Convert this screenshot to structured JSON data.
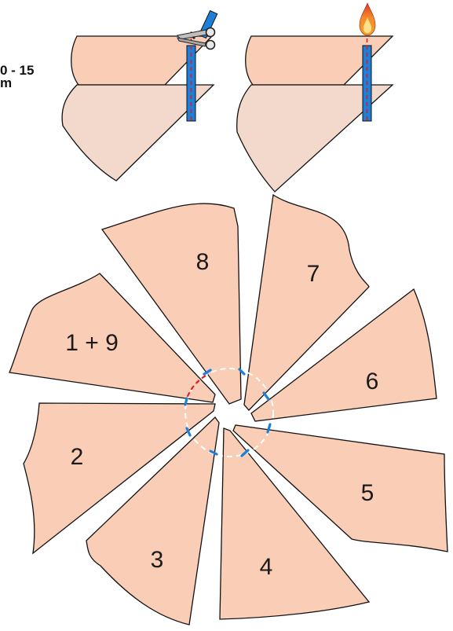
{
  "side_note": "0 - 15\nm",
  "panels": [
    {
      "label": "8"
    },
    {
      "label": "7"
    },
    {
      "label": "1 + 9"
    },
    {
      "label": "6"
    },
    {
      "label": "2"
    },
    {
      "label": "5"
    },
    {
      "label": "3"
    },
    {
      "label": "4"
    }
  ],
  "icons": {
    "cut": "scissors-icon",
    "seal": "flame-icon"
  },
  "colors": {
    "panel_fill": "#f9cdb6",
    "panel_fill_light": "#f2d9cc",
    "strip_blue": "#1e7fd8",
    "cut_line_red": "#e31b23",
    "flame_orange": "#f5a02a",
    "flame_red": "#e3342c"
  }
}
